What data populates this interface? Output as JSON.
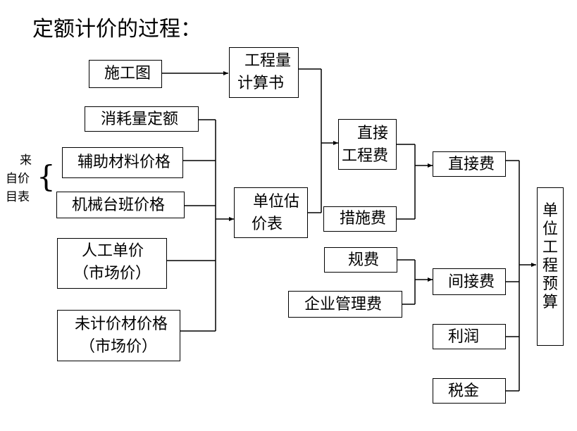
{
  "title": "定额计价的过程：",
  "source_note": {
    "line1": "来",
    "line2": "自价",
    "line3": "目表"
  },
  "nodes": {
    "drawing": {
      "label": "施工图"
    },
    "quantity_calc": {
      "line1": "工程量",
      "line2": "计算书"
    },
    "consumption_quota": {
      "label": "消耗量定额"
    },
    "aux_material_price": {
      "label": "辅助材料价格"
    },
    "machine_shift_price": {
      "label": "机械台班价格"
    },
    "labor_price": {
      "line1": "人工单价",
      "line2": "（市场价）"
    },
    "unpriced_material_price": {
      "line1": "未计价材价格",
      "line2": "（市场价）"
    },
    "unit_price_table": {
      "line1": "单位估",
      "line2": "价表"
    },
    "direct_engineering_cost": {
      "line1": "直接",
      "line2": "工程费"
    },
    "measure_cost": {
      "label": "措施费"
    },
    "direct_cost": {
      "label": "直接费"
    },
    "fees": {
      "label": "规费"
    },
    "enterprise_mgmt_cost": {
      "label": "企业管理费"
    },
    "indirect_cost": {
      "label": "间接费"
    },
    "profit": {
      "label": "利润"
    },
    "tax": {
      "label": "税金"
    },
    "unit_project_budget": {
      "label": "单位工程预算"
    }
  }
}
